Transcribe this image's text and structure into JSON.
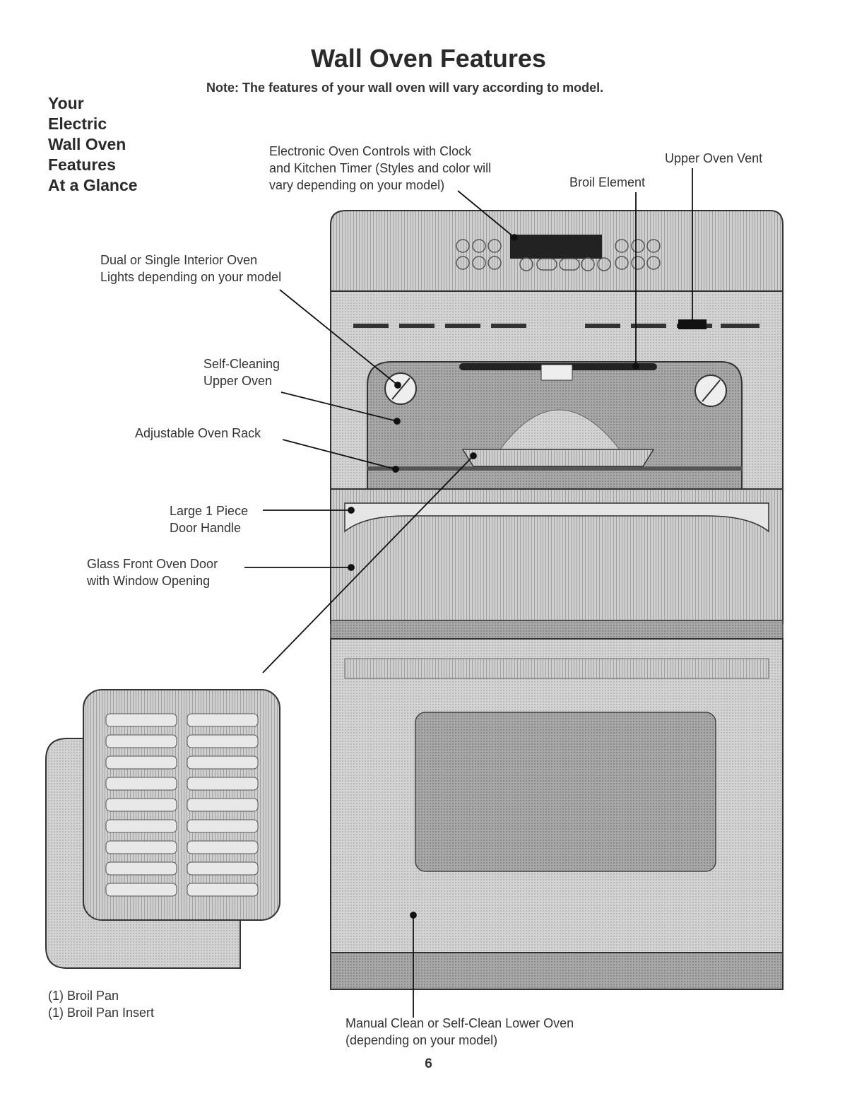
{
  "header": {
    "title": "Wall Oven Features",
    "note": "Note: The features of your wall oven will vary according to model."
  },
  "side_title": [
    "Your",
    "Electric",
    "Wall Oven",
    "Features",
    "At a Glance"
  ],
  "callouts": {
    "controls": [
      "Electronic Oven Controls with Clock",
      "and Kitchen Timer (Styles and color will",
      "vary depending on your model)"
    ],
    "upper_vent": [
      "Upper Oven Vent"
    ],
    "broil_element": [
      "Broil Element"
    ],
    "lights": [
      "Dual or Single Interior Oven",
      "Lights depending on your model"
    ],
    "self_cleaning": [
      "Self-Cleaning",
      "Upper Oven"
    ],
    "rack": [
      "Adjustable Oven Rack"
    ],
    "handle": [
      "Large 1 Piece",
      "Door Handle"
    ],
    "glass_door": [
      "Glass Front Oven Door",
      "with Window Opening"
    ],
    "broil_pan": [
      "(1) Broil Pan",
      "(1) Broil Pan Insert"
    ],
    "lower_oven": [
      "Manual Clean or Self-Clean Lower Oven",
      "(depending on your model)"
    ]
  },
  "page_number": "6",
  "colors": {
    "oven_body": "#c8c8c8",
    "panel_dark": "#2a2a2a",
    "line": "#111111"
  }
}
